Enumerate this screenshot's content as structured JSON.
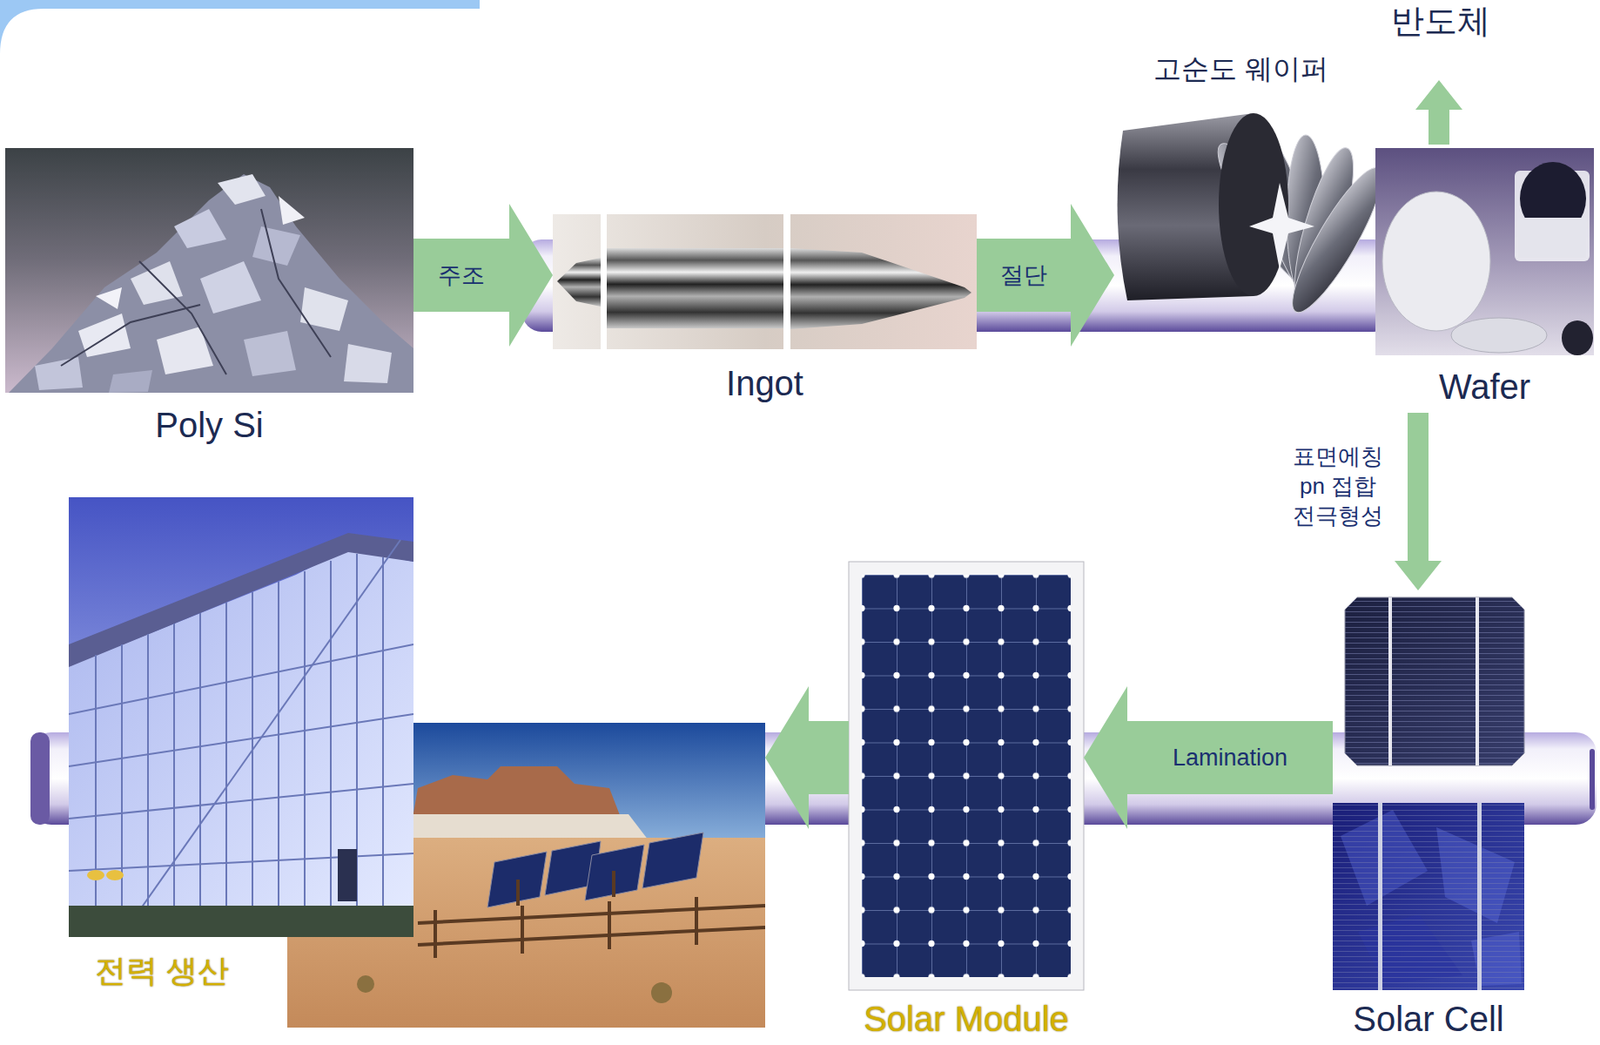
{
  "diagram": {
    "nodes": [
      {
        "text": [
          "Poly Si"
        ]
      },
      {
        "text": [
          "Ingot"
        ]
      },
      {
        "text": [
          "고순도 웨이퍼"
        ]
      },
      {
        "text": [
          "반도체"
        ]
      },
      {
        "text": [
          "Wafer"
        ]
      },
      {
        "text": [
          "Solar Cell"
        ]
      },
      {
        "text": [
          "Solar Module"
        ]
      },
      {
        "text": [
          "전력 생산"
        ]
      }
    ],
    "edges": [
      {
        "from": 0,
        "to": 1,
        "arrow": "to",
        "label": "주조"
      },
      {
        "from": 1,
        "to": 2,
        "arrow": "to",
        "label": "절단"
      },
      {
        "from": 4,
        "to": 3,
        "arrow": "to"
      },
      {
        "from": 4,
        "to": 5,
        "arrow": "to",
        "label": "표면에칭 pn 접합 전극형성"
      },
      {
        "from": 5,
        "to": 6,
        "arrow": "to",
        "label": "Lamination"
      },
      {
        "from": 6,
        "to": 7,
        "arrow": "to"
      }
    ]
  }
}
